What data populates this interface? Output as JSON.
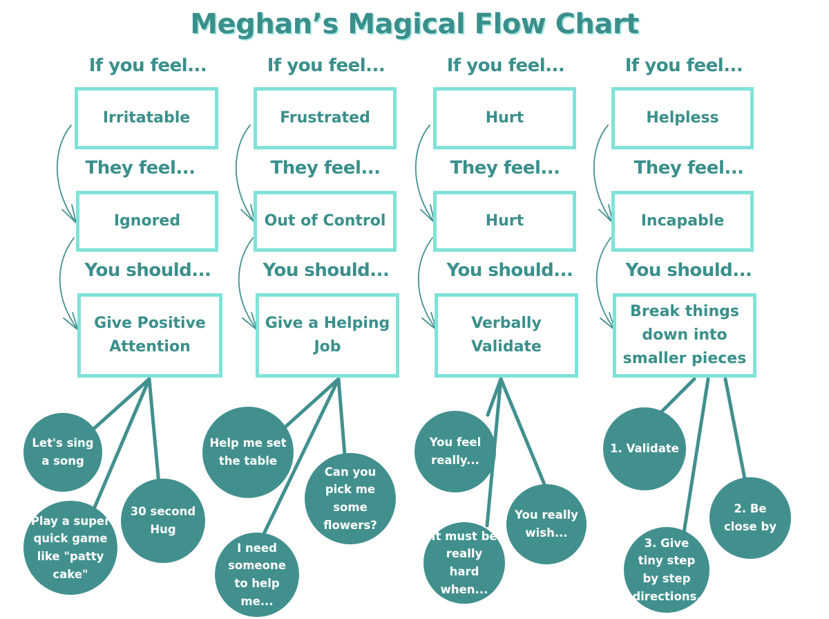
{
  "title": "Meghan’s Magical Flow Chart",
  "columns": [
    {
      "feel_heading": "If you feel...",
      "feel": "Irritatable",
      "they_heading": "They feel...",
      "they": "Ignored",
      "should_heading": "You should...",
      "should": "Give Positive Attention",
      "bubbles": [
        "Let's sing a song",
        "Play a super quick game like \"patty cake\"",
        "30 second Hug"
      ]
    },
    {
      "feel_heading": "If you feel...",
      "feel": "Frustrated",
      "they_heading": "They feel...",
      "they": "Out of Control",
      "should_heading": "You should...",
      "should": "Give a Helping Job",
      "bubbles": [
        "Help me set the table",
        "I need someone to help me...",
        "Can you pick me some flowers?"
      ]
    },
    {
      "feel_heading": "If you feel...",
      "feel": "Hurt",
      "they_heading": "They feel...",
      "they": "Hurt",
      "should_heading": "You should...",
      "should": "Verbally Validate",
      "bubbles": [
        "You feel really...",
        "It must be really hard when...",
        "You really wish..."
      ]
    },
    {
      "feel_heading": "If you feel...",
      "feel": "Helpless",
      "they_heading": "They feel...",
      "they": "Incapable",
      "should_heading": "You should...",
      "should": "Break things down into smaller pieces",
      "bubbles": [
        "1. Validate",
        "3. Give tiny step by step directions.",
        "2. Be close by"
      ]
    }
  ],
  "colors": {
    "title": "#3a8f8b",
    "title_shadow": "#a9e9e4",
    "heading": "#3a8f8b",
    "box_border": "#7fe2d8",
    "bubble_fill": "#42908e",
    "bubble_text": "#ffffff",
    "connector": "#42908e"
  }
}
